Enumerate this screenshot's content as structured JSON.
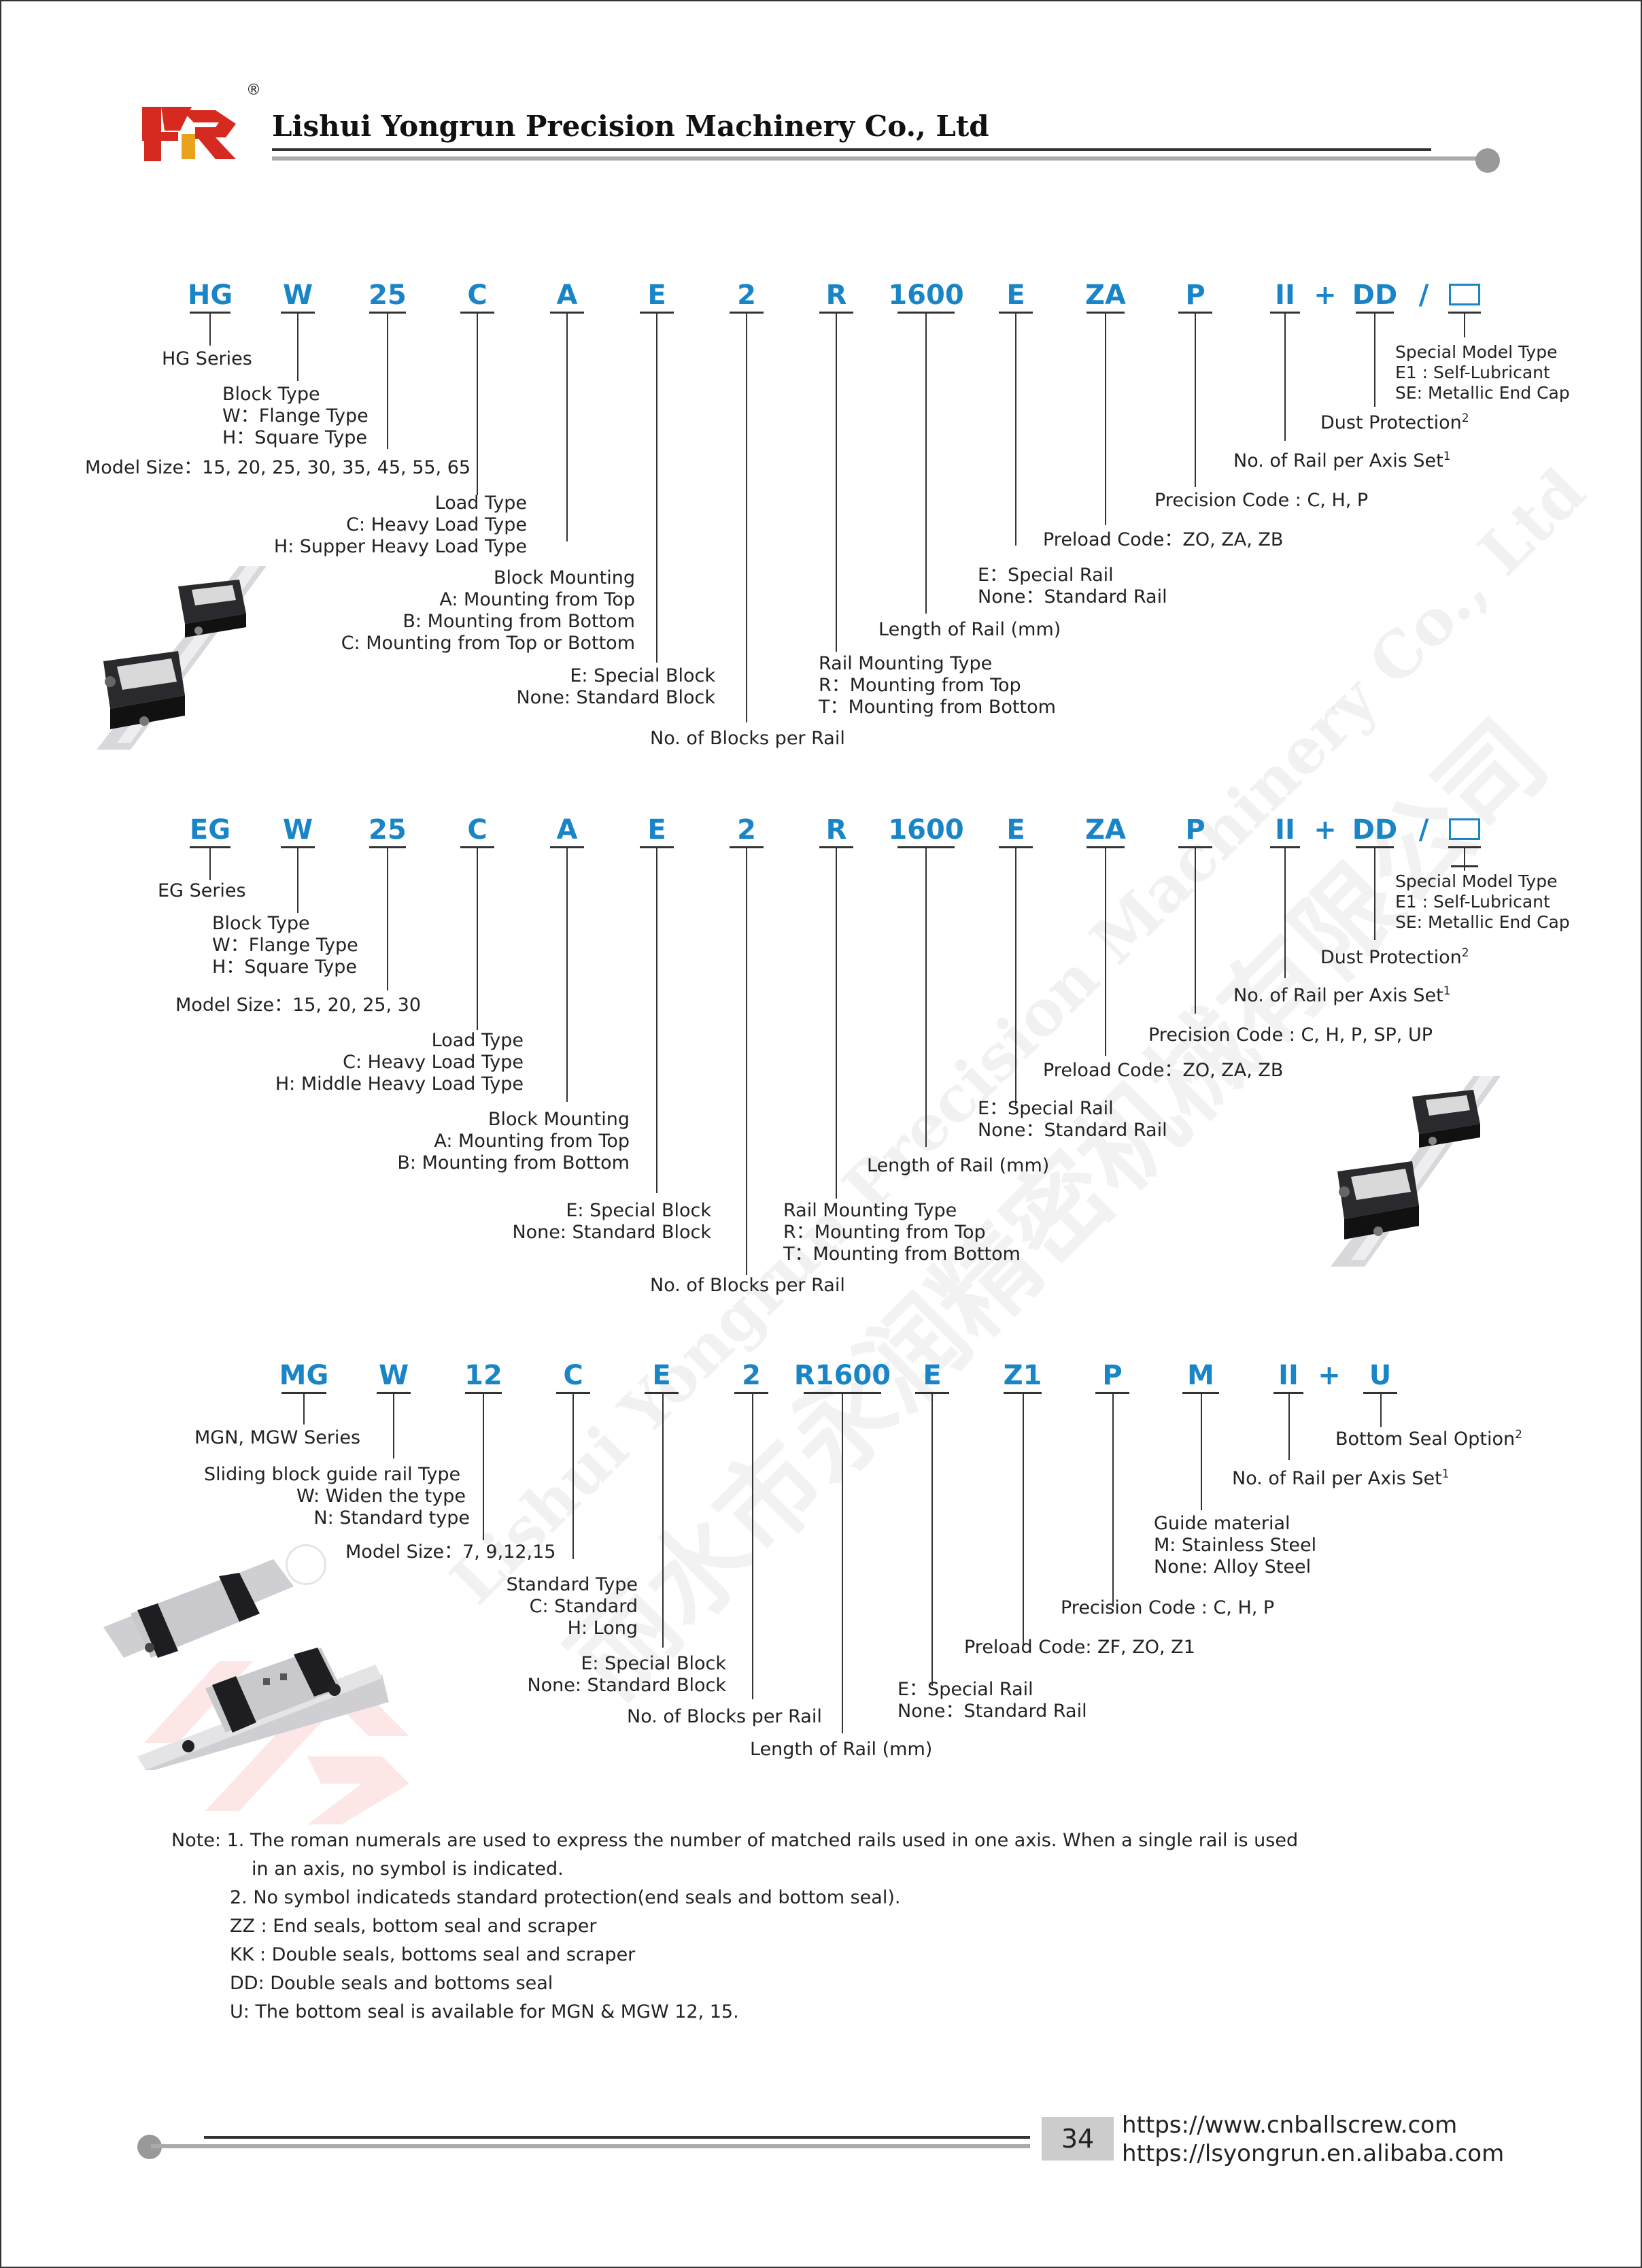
{
  "header": {
    "company": "Lishui Yongrun Precision Machinery Co., Ltd",
    "logo_mark": "®"
  },
  "watermark": {
    "en": "Lishui Yongrun Precision Machinery Co., Ltd",
    "cn": "丽水市永润精密机械有限公司"
  },
  "hg": {
    "codes": [
      "HG",
      "W",
      "25",
      "C",
      "A",
      "E",
      "2",
      "R",
      "1600",
      "E",
      "ZA",
      "P",
      "II",
      "+",
      "DD",
      "/"
    ],
    "series": "HG Series",
    "block_type": [
      "Block Type",
      "W：Flange Type",
      "H：Square Type"
    ],
    "model_size": "Model Size：15, 20, 25, 30, 35, 45, 55, 65",
    "load_type": [
      "Load Type",
      "C: Heavy Load Type",
      "H: Supper Heavy Load Type"
    ],
    "block_mounting": [
      "Block Mounting",
      "A: Mounting from Top",
      "B: Mounting from Bottom",
      "C: Mounting from Top or Bottom"
    ],
    "special_block": [
      "E: Special Block",
      "None: Standard Block"
    ],
    "blocks_per_rail": "No. of Blocks per Rail",
    "rail_mounting": [
      "Rail Mounting Type",
      "R：Mounting from Top",
      "T：Mounting from Bottom"
    ],
    "rail_length": "Length of Rail (mm)",
    "special_rail": [
      "E：Special Rail",
      "None：Standard Rail"
    ],
    "preload": "Preload Code：ZO, ZA, ZB",
    "precision": "Precision Code : C, H, P",
    "rails_per_axis": "No. of Rail per Axis Set",
    "dust": "Dust Protection",
    "special_model": [
      "Special Model Type",
      "E1 : Self-Lubricant",
      "SE: Metallic End Cap"
    ]
  },
  "eg": {
    "codes": [
      "EG",
      "W",
      "25",
      "C",
      "A",
      "E",
      "2",
      "R",
      "1600",
      "E",
      "ZA",
      "P",
      "II",
      "+",
      "DD",
      "/"
    ],
    "series": "EG Series",
    "block_type": [
      "Block Type",
      "W：Flange Type",
      "H：Square Type"
    ],
    "model_size": "Model Size：15, 20, 25, 30",
    "load_type": [
      "Load Type",
      "C: Heavy Load Type",
      "H: Middle Heavy Load Type"
    ],
    "block_mounting": [
      "Block Mounting",
      "A: Mounting from Top",
      "B: Mounting from Bottom"
    ],
    "special_block": [
      "E: Special Block",
      "None: Standard Block"
    ],
    "blocks_per_rail": "No. of Blocks per Rail",
    "rail_mounting": [
      "Rail Mounting Type",
      "R：Mounting from Top",
      "T：Mounting from Bottom"
    ],
    "rail_length": "Length of Rail (mm)",
    "special_rail": [
      "E：Special Rail",
      "None：Standard Rail"
    ],
    "preload": "Preload Code：ZO, ZA, ZB",
    "precision": "Precision Code : C, H, P, SP, UP",
    "rails_per_axis": "No. of Rail per Axis Set",
    "dust": "Dust Protection",
    "special_model": [
      "Special Model Type",
      "E1 : Self-Lubricant",
      "SE: Metallic End Cap"
    ]
  },
  "mg": {
    "codes": [
      "MG",
      "W",
      "12",
      "C",
      "E",
      "2",
      "R1600",
      "E",
      "Z1",
      "P",
      "M",
      "II",
      "+",
      "U"
    ],
    "series": "MGN, MGW Series",
    "block_type": [
      "Sliding block guide rail Type",
      "W: Widen the type",
      "N: Standard type"
    ],
    "model_size": "Model Size：7, 9,12,15",
    "standard_type": [
      "Standard Type",
      "C: Standard",
      "H: Long"
    ],
    "special_block": [
      "E: Special Block",
      "None: Standard Block"
    ],
    "blocks_per_rail": "No. of Blocks per Rail",
    "rail_length": "Length of Rail (mm)",
    "special_rail": [
      "E：Special Rail",
      "None：Standard Rail"
    ],
    "preload": "Preload Code: ZF, ZO, Z1",
    "precision": "Precision Code : C, H, P",
    "guide_material": [
      "Guide material",
      "M: Stainless Steel",
      "None: Alloy Steel"
    ],
    "rails_per_axis": "No. of Rail per Axis Set",
    "bottom_seal": "Bottom Seal Option"
  },
  "notes": [
    "Note: 1. The roman numerals are used to express the number of matched rails used in one axis. When a single rail is used",
    "in an axis, no symbol is indicated.",
    "2. No symbol indicateds standard protection(end seals and bottom seal).",
    "ZZ : End seals, bottom seal and scraper",
    "KK : Double seals, bottoms seal and scraper",
    "DD: Double seals and bottoms seal",
    "U: The bottom seal is available for MGN & MGW 12, 15."
  ],
  "sup": {
    "one": "1",
    "two": "2"
  },
  "footer": {
    "page": "34",
    "url1": "https://www.cnballscrew.com",
    "url2": "https://lsyongrun.en.alibaba.com"
  },
  "colors": {
    "code_blue": "#1a85c6",
    "logo_red": "#d62a20",
    "logo_orange": "#e8a21c"
  }
}
